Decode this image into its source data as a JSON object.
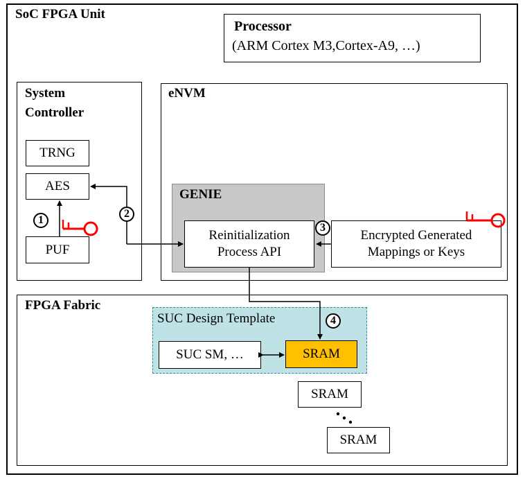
{
  "soc": {
    "title": "SoC FPGA Unit"
  },
  "processor": {
    "title": "Processor",
    "subtitle": "(ARM Cortex M3,Cortex-A9, …)"
  },
  "system_controller": {
    "title_line1": "System",
    "title_line2": "Controller",
    "trng": "TRNG",
    "aes": "AES",
    "puf": "PUF"
  },
  "envm": {
    "title": "eNVM",
    "genie": {
      "title": "GENIE",
      "api_line1": "Reinitialization",
      "api_line2": "Process API"
    },
    "encrypted_line1": "Encrypted Generated",
    "encrypted_line2": "Mappings or Keys"
  },
  "fabric": {
    "title": "FPGA Fabric",
    "template": {
      "title": "SUC Design Template",
      "suc_sm": "SUC SM, …",
      "sram": "SRAM"
    },
    "sram_2": "SRAM",
    "sram_3": "SRAM"
  },
  "steps": [
    "1",
    "2",
    "3",
    "4"
  ],
  "colors": {
    "key": "#ff0000",
    "genie_fill": "#c8c8c8",
    "template_fill": "#bfe2e6",
    "sram_highlight": "#ffc000"
  }
}
